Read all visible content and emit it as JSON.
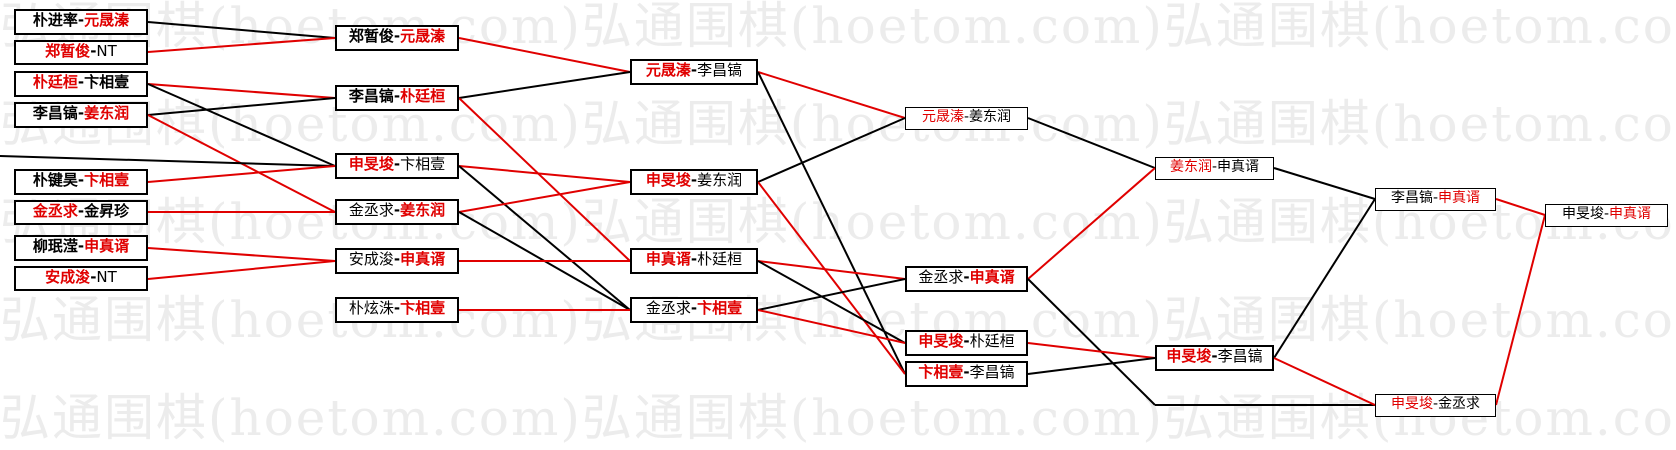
{
  "watermark": "弘通围棋(hoetom.com)弘通围棋(hoetom.com)弘通围棋(hoetom.com)弘通围棋(hoetom.com)弘通围棋(ho",
  "colors": {
    "winner": "#e00000",
    "loser": "#000000"
  },
  "bracket": {
    "round1": [
      {
        "p1": "朴进率",
        "p2": "元晟溱",
        "winner": 2
      },
      {
        "p1": "郑暂俊",
        "p2": "NT",
        "winner": 1
      },
      {
        "p1": "朴廷桓",
        "p2": "卞相壹",
        "winner": 1
      },
      {
        "p1": "李昌镐",
        "p2": "姜东润",
        "winner": 2
      },
      {
        "p1": "朴键昊",
        "p2": "卞相壹",
        "winner": 2
      },
      {
        "p1": "金丞求",
        "p2": "金昇珍",
        "winner": 1
      },
      {
        "p1": "柳珉滢",
        "p2": "申真谞",
        "winner": 2
      },
      {
        "p1": "安成浚",
        "p2": "NT",
        "winner": 1
      }
    ],
    "round2": [
      {
        "p1": "郑暂俊",
        "p2": "元晟溱",
        "winner": 2
      },
      {
        "p1": "李昌镐",
        "p2": "朴廷桓",
        "winner": 2
      },
      {
        "p1": "申旻埈",
        "p2": "卞相壹",
        "winner": 1
      },
      {
        "p1": "金丞求",
        "p2": "姜东润",
        "winner": 2
      },
      {
        "p1": "安成浚",
        "p2": "申真谞",
        "winner": 2
      },
      {
        "p1": "朴炫洙",
        "p2": "卞相壹",
        "winner": 2
      }
    ],
    "round3": [
      {
        "p1": "元晟溱",
        "p2": "李昌镐",
        "winner": 1
      },
      {
        "p1": "申旻埈",
        "p2": "姜东润",
        "winner": 1
      },
      {
        "p1": "申真谞",
        "p2": "朴廷桓",
        "winner": 1
      },
      {
        "p1": "金丞求",
        "p2": "卞相壹",
        "winner": 2
      }
    ],
    "round4": [
      {
        "p1": "元晟溱",
        "p2": "姜东润",
        "winner": 1
      },
      {
        "p1": "金丞求",
        "p2": "申真谞",
        "winner": 2
      },
      {
        "p1": "申旻埈",
        "p2": "朴廷桓",
        "winner": 1
      },
      {
        "p1": "卞相壹",
        "p2": "李昌镐",
        "winner": 1
      }
    ],
    "round5": [
      {
        "p1": "姜东润",
        "p2": "申真谞",
        "winner": 1
      },
      {
        "p1": "申旻埈",
        "p2": "李昌镐",
        "winner": 1
      }
    ],
    "round6": [
      {
        "p1": "李昌镐",
        "p2": "申真谞",
        "winner": 2
      },
      {
        "p1": "申旻埈",
        "p2": "金丞求",
        "winner": 1
      }
    ],
    "final": {
      "p1": "申旻埈",
      "p2": "申真谞",
      "winner": 2
    }
  }
}
